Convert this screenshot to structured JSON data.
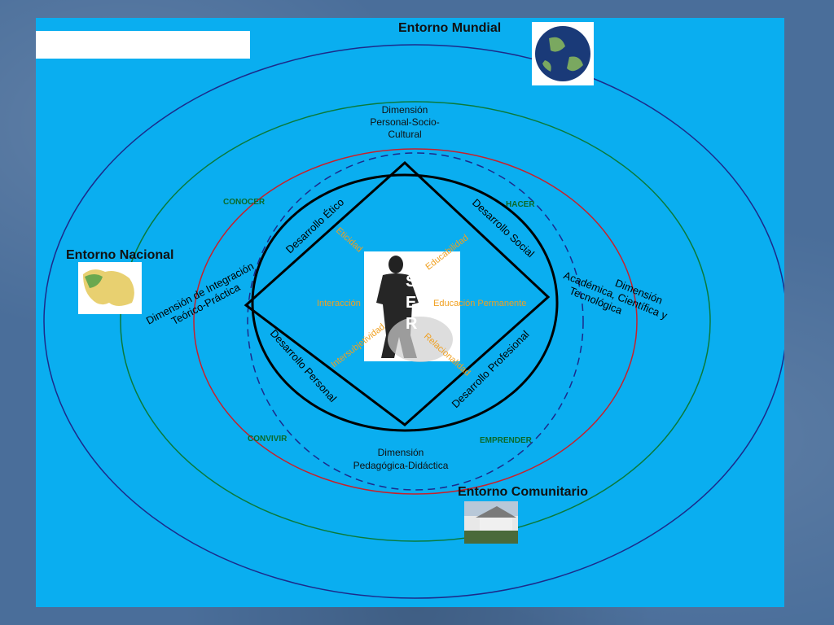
{
  "labels": {
    "entorno_mundial": "Entorno Mundial",
    "entorno_nacional": "Entorno Nacional",
    "entorno_comunitario": "Entorno Comunitario",
    "dim_top": [
      "Dimensión",
      "Personal-Socio-",
      "Cultural"
    ],
    "dim_bottom": [
      "Dimensión",
      "Pedagógica-Didáctica"
    ],
    "dim_left": [
      "Dimensión de Integración",
      "Teórico-Práctica"
    ],
    "dim_right": [
      "Dimensión",
      "Académica, Científica y",
      "Tecnológica"
    ],
    "conocer": "CONOCER",
    "hacer": "HACER",
    "convivir": "CONVIVIR",
    "emprender": "EMPRENDER",
    "desarrollo_etico": "Desarrollo Ético",
    "desarrollo_social": "Desarrollo Social",
    "desarrollo_personal": "Desarrollo Personal",
    "desarrollo_profesional": "Desarrollo Profesional",
    "eticidad": "Eticidad",
    "educabilidad": "Educabilidad",
    "interaccion": "Interacción",
    "educacion_permanente": "Educación Permanente",
    "intersubjetividad": "Intersubjetividad",
    "relacionalidad": "Relacionalidad",
    "ser": [
      "S",
      "E",
      "R"
    ]
  },
  "colors": {
    "slide_bg": "#0aaef0",
    "outer_ring": "#1c2a8a",
    "green_ring": "#0a7a3a",
    "red_ring": "#c8202a",
    "dashed_ring": "#1c2a8a",
    "square": "#000000",
    "green_text": "#0a6a2a",
    "orange_text": "#f0a020"
  },
  "icons": {
    "globe": "globe-image",
    "map": "venezuela-map-image",
    "house": "community-house-image",
    "person": "person-silhouette-image"
  }
}
